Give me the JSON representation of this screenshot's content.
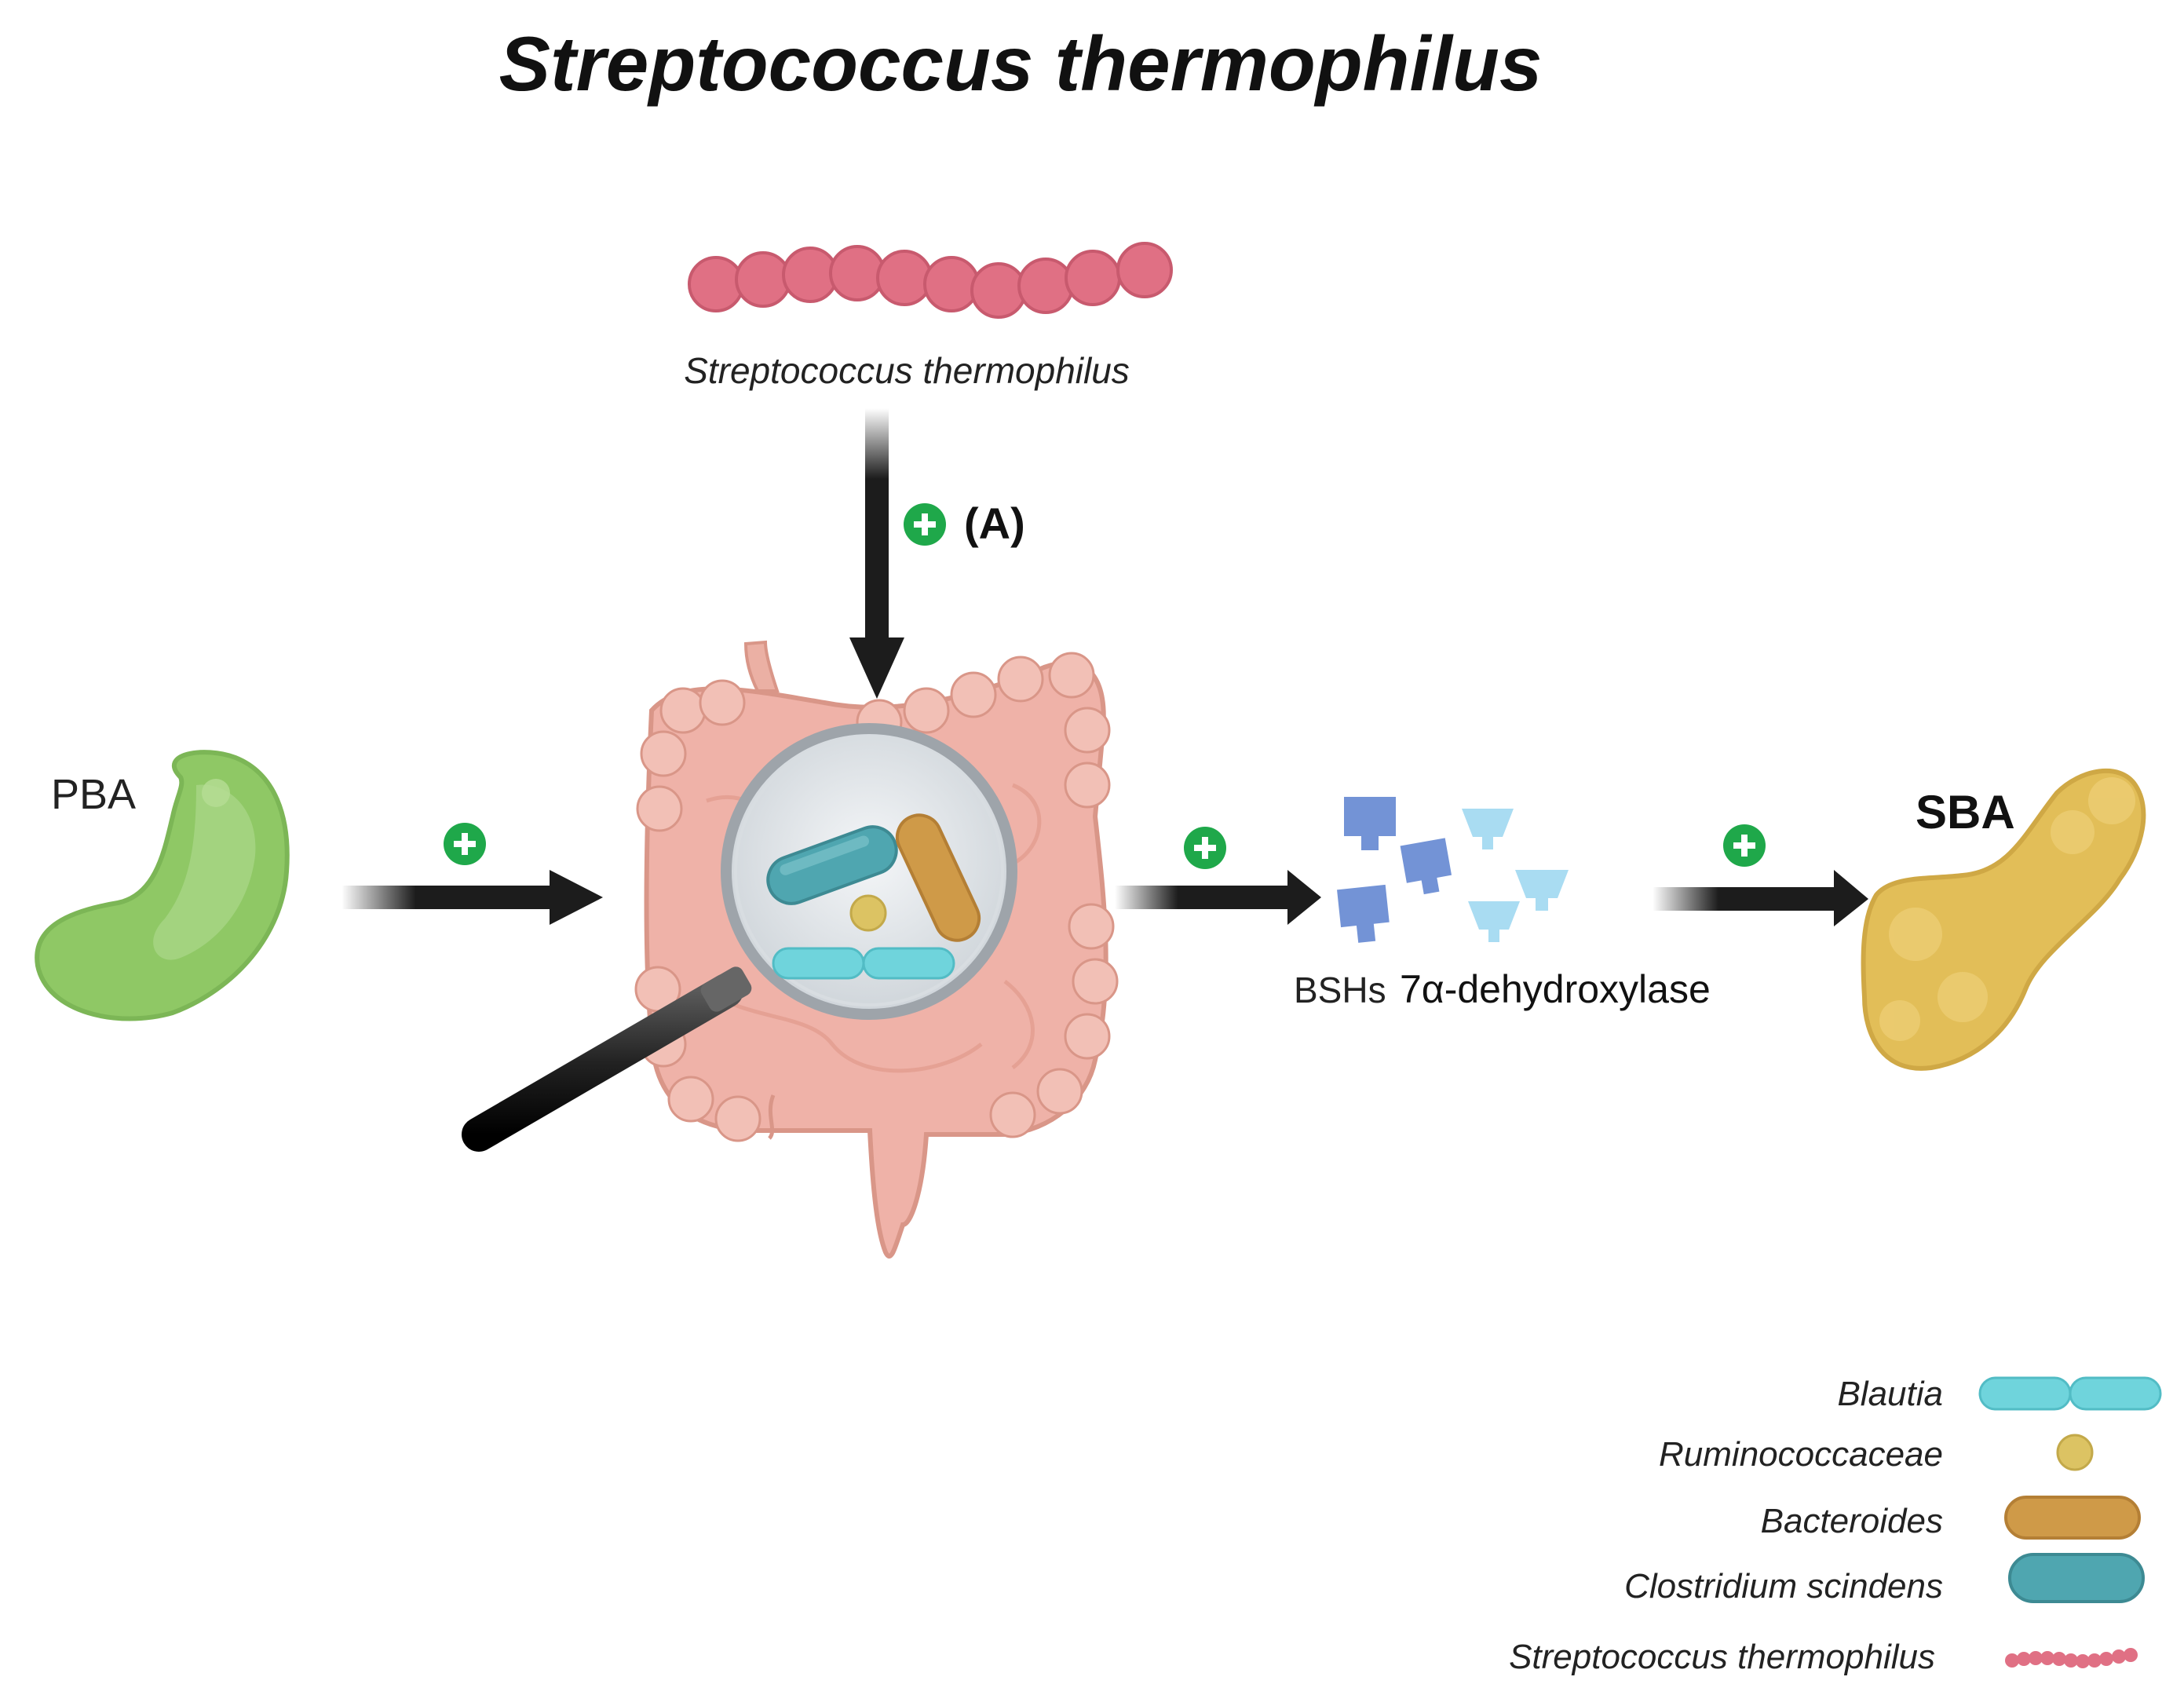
{
  "title": "Streptococcus thermophilus",
  "bacterium_label": "Streptococcus thermophilus",
  "step_a_label": "(A)",
  "pba_label": "PBA",
  "sba_label": "SBA",
  "enzymes": {
    "bsh_label": "BSHs",
    "dehydroxylase_label": "7α-dehydroxylase"
  },
  "legend": [
    {
      "label": "Blautia",
      "icon": "blautia-icon"
    },
    {
      "label": "Ruminococcaceae",
      "icon": "ruminococcaceae-icon"
    },
    {
      "label": "Bacteroides",
      "icon": "bacteroides-icon"
    },
    {
      "label": "Clostridium scindens",
      "icon": "clostridium-scindens-icon"
    },
    {
      "label": "Streptococcus thermophilus",
      "icon": "streptococcus-thermophilus-icon"
    }
  ],
  "colors": {
    "streptococcus": "#e07084",
    "blautia": "#6fd4dc",
    "ruminococcaceae": "#dcc363",
    "bacteroides": "#cf9a48",
    "clostridium": "#4fa6b0",
    "pba": "#8fc865",
    "sba": "#e2be58",
    "gut": "#efb2a8",
    "plus": "#1fa84a",
    "bsh": "#7393d6",
    "dehydroxylase": "#a9dcf2",
    "arrow": "#1c1c1c"
  }
}
